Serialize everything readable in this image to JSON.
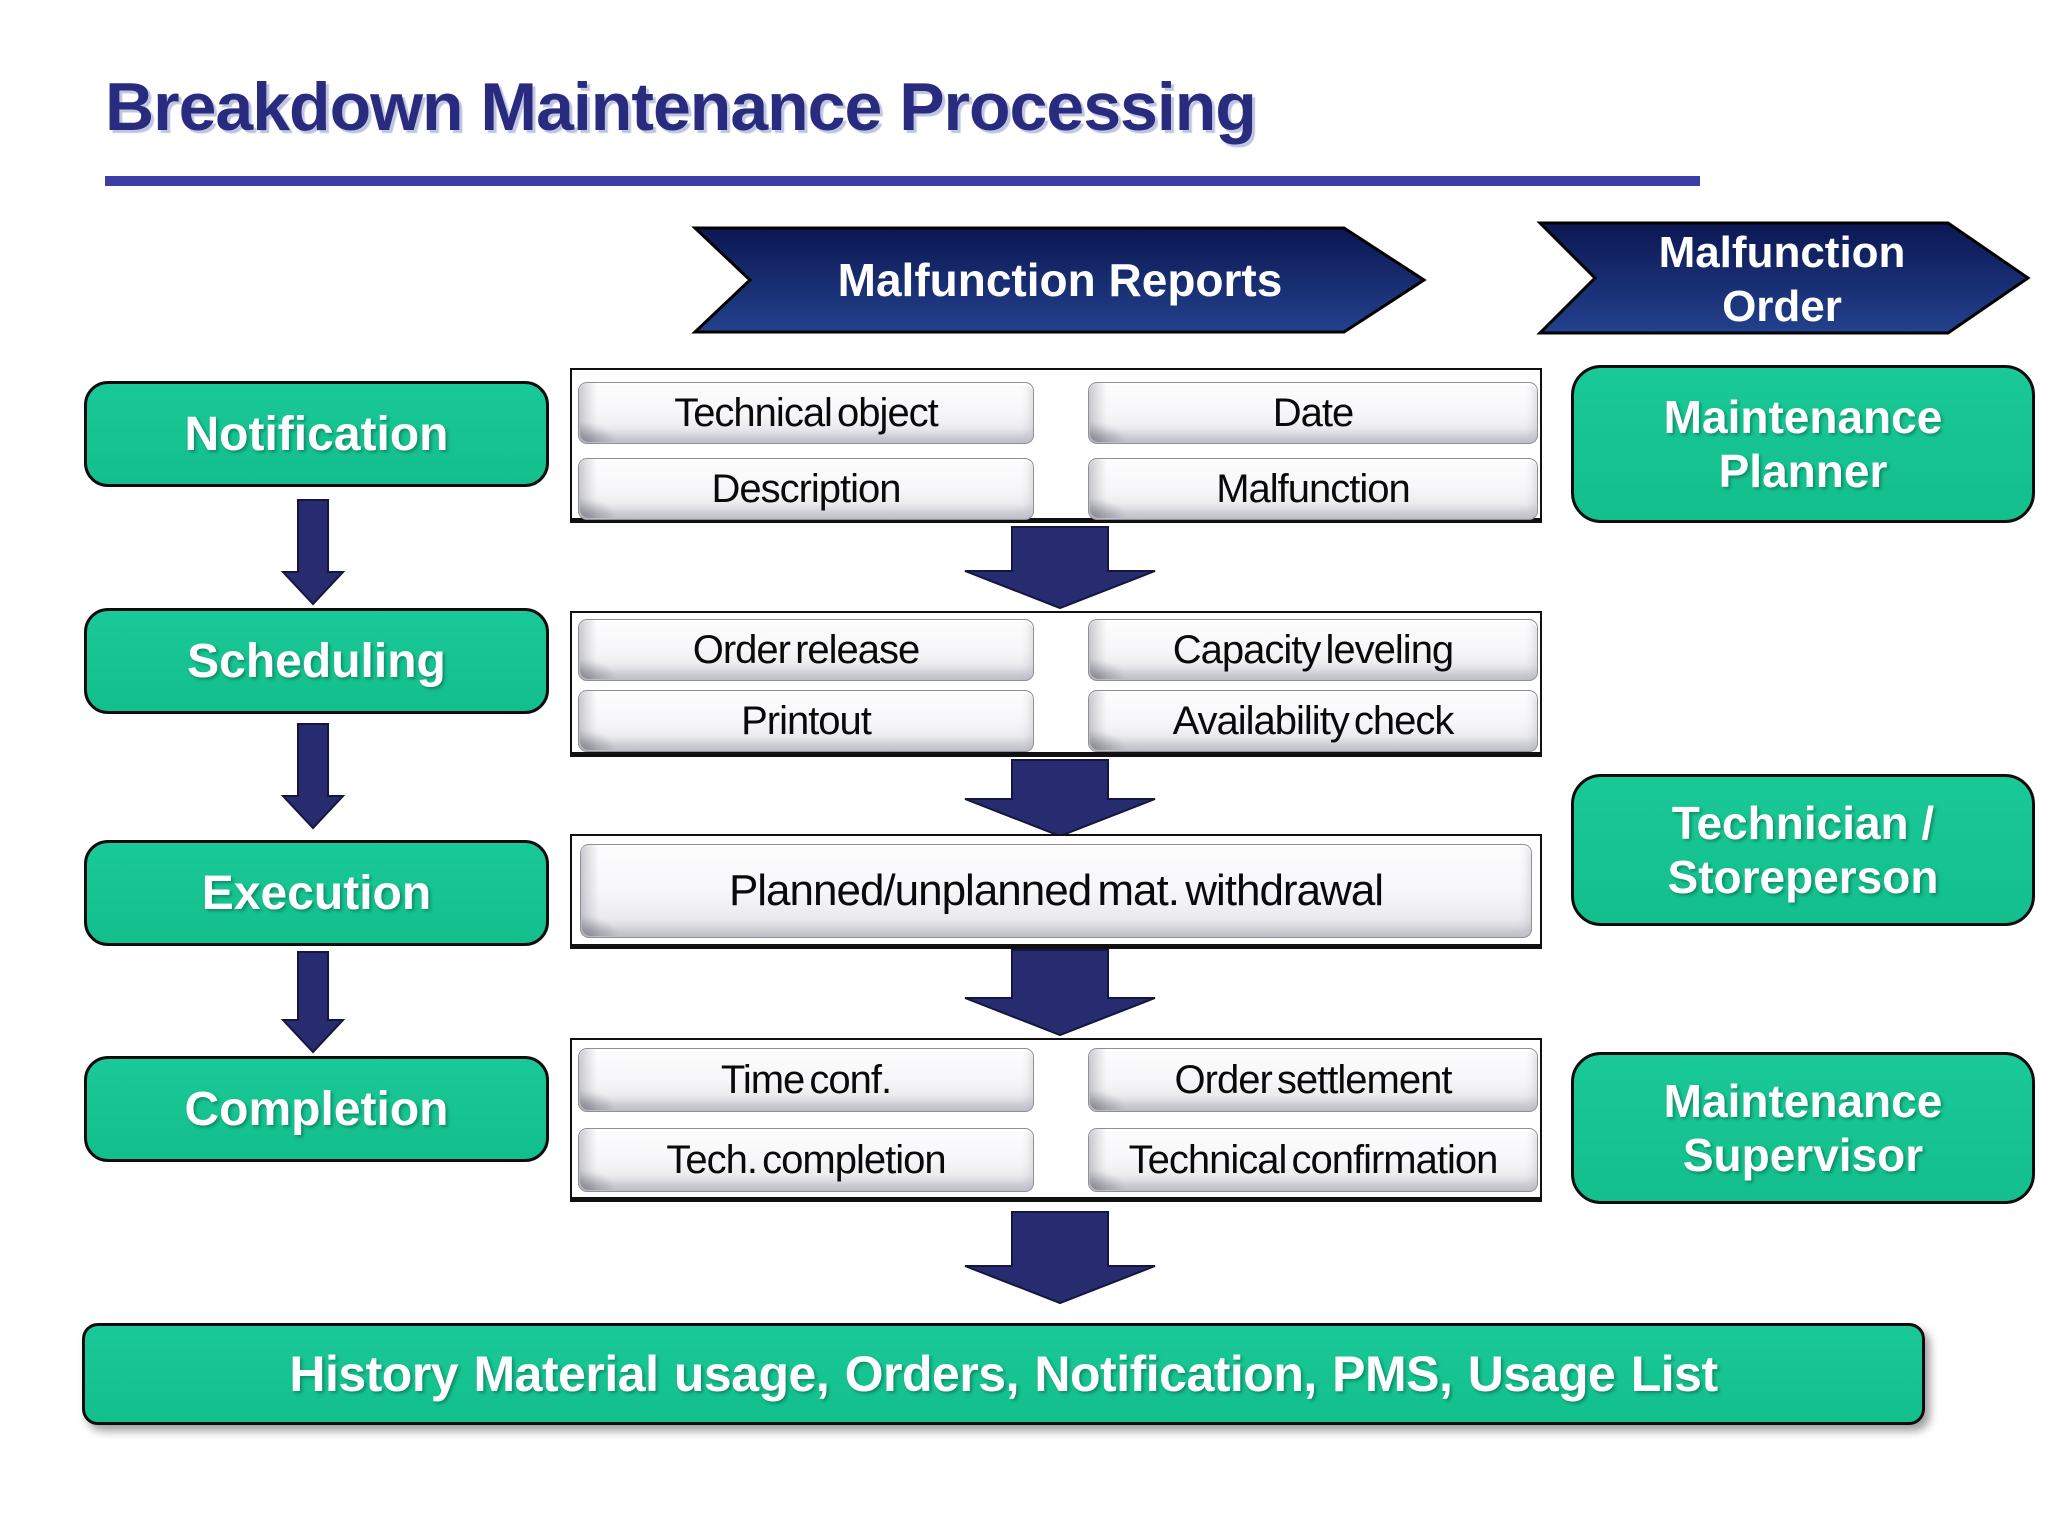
{
  "title": {
    "text": "Breakdown Maintenance Processing"
  },
  "banners": [
    {
      "label": "Malfunction Reports"
    },
    {
      "line1": "Malfunction",
      "line2": "Order"
    }
  ],
  "stages": [
    {
      "label": "Notification"
    },
    {
      "label": "Scheduling"
    },
    {
      "label": "Execution"
    },
    {
      "label": "Completion"
    }
  ],
  "roles": [
    {
      "line1": "Maintenance",
      "line2": "Planner"
    },
    {
      "line1": "Technician /",
      "line2": "Storeperson"
    },
    {
      "line1": "Maintenance",
      "line2": "Supervisor"
    }
  ],
  "panels": [
    {
      "buttons": [
        "Technical object",
        "Date",
        "Description",
        "Malfunction"
      ]
    },
    {
      "buttons": [
        "Order release",
        "Capacity leveling",
        "Printout",
        "Availability check"
      ]
    },
    {
      "buttons": [
        "Planned/unplanned mat. withdrawal"
      ]
    },
    {
      "buttons": [
        "Time conf.",
        "Order settlement",
        "Tech. completion",
        "Technical confirmation"
      ]
    }
  ],
  "history": {
    "text": "History Material usage, Orders, Notification, PMS, Usage List"
  },
  "colors": {
    "green": "#16C292",
    "navy_arrow": "#262C6F",
    "banner_top": "#0B1752",
    "banner_bottom": "#23418D",
    "title_navy": "#292C7E",
    "underline_blue": "#3A3EA5",
    "button_face": "#F2F2F5",
    "text_white": "#FFFFFF",
    "text_black": "#0A0A0A"
  }
}
